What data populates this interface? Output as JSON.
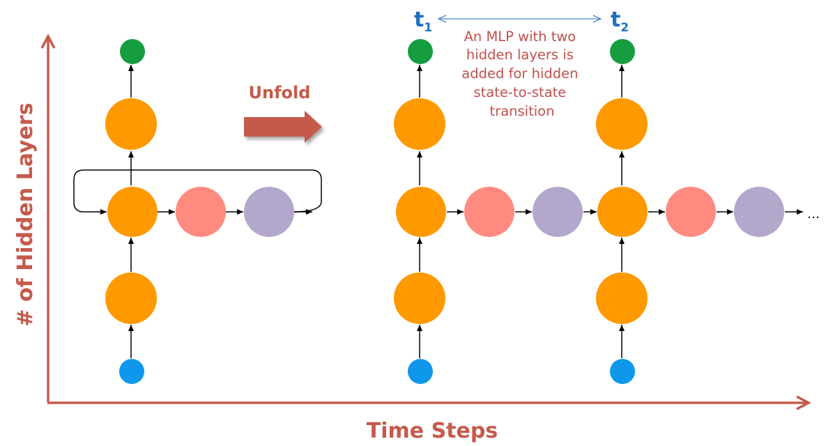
{
  "diagram": {
    "x_axis_label": "Time Steps",
    "y_axis_label": "# of Hidden Layers",
    "unfold_label": "Unfold",
    "time_labels": [
      {
        "base": "t",
        "sub": "1"
      },
      {
        "base": "t",
        "sub": "2"
      }
    ],
    "annotation_lines": [
      "An MLP with two",
      "hidden layers is",
      "added for hidden",
      "state-to-state",
      "transition"
    ],
    "continuation": "…"
  },
  "colors": {
    "axis": "#c55a4b",
    "unfold_arrow": "#c55a4b",
    "annotation_text": "#c0504d",
    "time_label": "#1f6fc0",
    "time_arrow": "#4a86c8",
    "hidden_node": "#ff9900",
    "mlp_node_1": "#ff8a80",
    "mlp_node_2": "#b4a7cc",
    "input_node": "#0f97ec",
    "output_node": "#159d3f",
    "edge": "#000000"
  }
}
